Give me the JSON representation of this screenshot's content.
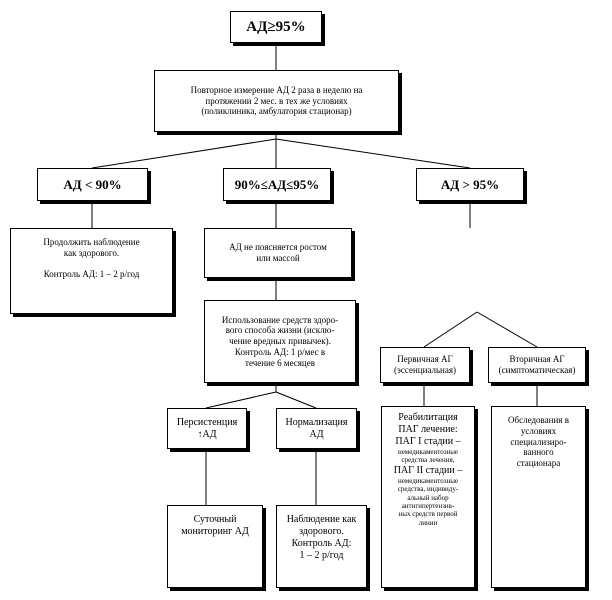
{
  "nodes": {
    "root": [
      "АД≥95%"
    ],
    "repeat": [
      "Повторное измерение АД 2 раза в неделю на",
      "протяжении 2 мес. в тех же условиях",
      "(поликлиника, амбулатория стационар)"
    ],
    "low": [
      "АД < 90%"
    ],
    "mid": [
      "90%≤АД≤95%"
    ],
    "high": [
      "АД > 95%"
    ],
    "healthy": [
      "Продолжить наблюдение",
      "как здорового.",
      "",
      "Контроль АД:  1 – 2 р/год"
    ],
    "noexplain": [
      "АД не поясняется ростом",
      "или массой"
    ],
    "lifestyle": [
      "Использование средств здоро-",
      "вого способа жизни (исклю-",
      "чение вредных привычек).",
      "Контроль АД: 1 р/мес  в",
      "течение  6 месяцев"
    ],
    "primary": [
      "Первичная АГ",
      "(эссенциальная)"
    ],
    "secondary": [
      "Вторичная АГ",
      "(симптоматическая)"
    ],
    "persist": [
      "Персистенция",
      "↑АД"
    ],
    "normal": [
      "Нормализация",
      "АД"
    ],
    "rehab": [
      "Реабилитация",
      "ПАГ лечение:",
      "ПАГ I стадии –",
      "немедикаментозные",
      "средства лечения,",
      "ПАГ II стадии –",
      "немедикаментозные",
      "средства, индивиду-",
      "альный набор",
      "антигипертензив-",
      "ных средств первой",
      "линии"
    ],
    "exam": [
      "Обследования в",
      "условиях",
      "специализиро-",
      "ванного",
      "стационара"
    ],
    "monitor": [
      "Суточный",
      "мониторинг АД"
    ],
    "observe": [
      "Наблюдение  как",
      "здорового.",
      "Контроль АД:",
      "1 – 2 р/год"
    ]
  }
}
